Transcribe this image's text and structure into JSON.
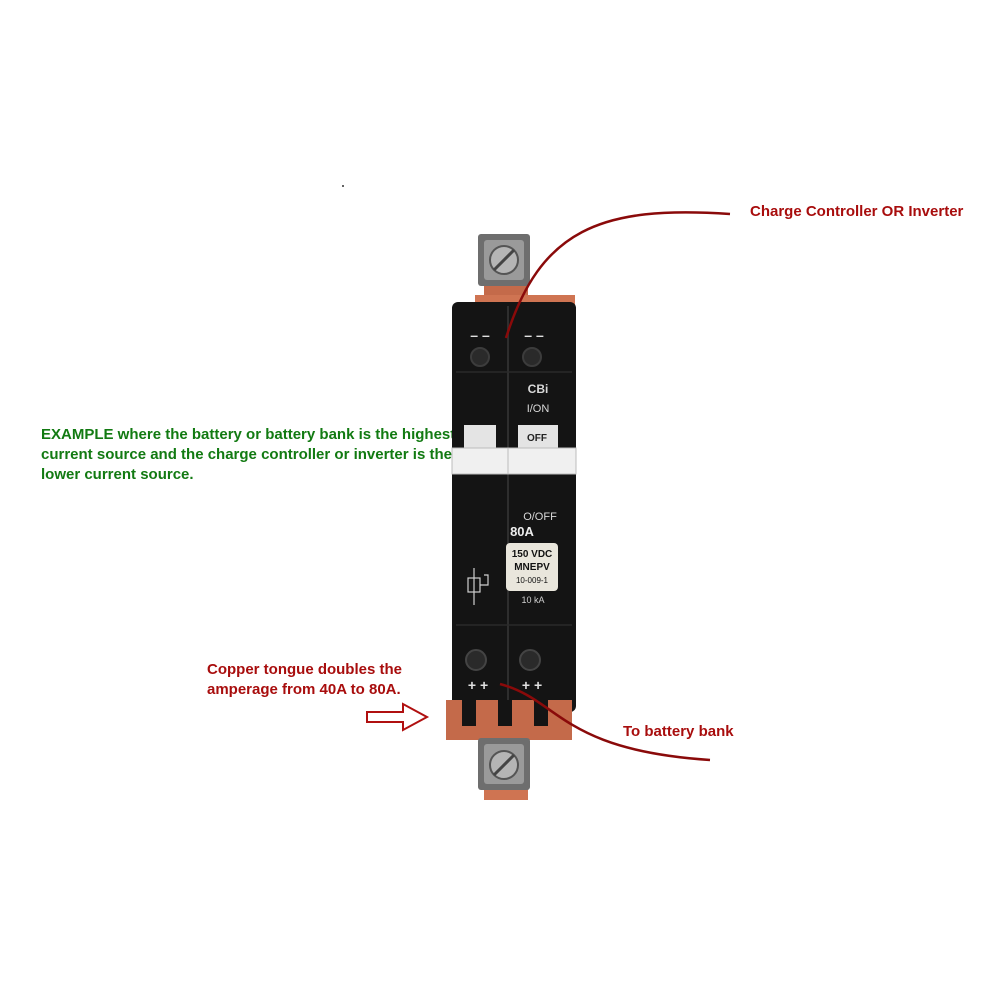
{
  "labels": {
    "top_terminal": "Charge Controller OR Inverter",
    "example_keyword": "EXAMPLE",
    "example_text": " where the battery or battery bank is the highest current source and the charge controller or inverter is the lower current source.",
    "copper_tongue": "Copper tongue doubles the amperage from 40A to 80A.",
    "battery_bank": "To battery bank"
  },
  "breaker": {
    "top_polarity_left": "– –",
    "top_polarity_right": "– –",
    "brand": "CBi",
    "on_mark": "I/ON",
    "off_mark_top": "OFF",
    "off_mark": "O/OFF",
    "rating": "80A",
    "voltage": "150 VDC",
    "model": "MNEPV",
    "part_number": "10-009-1",
    "interrupt_rating": "10 kA",
    "bottom_polarity_left": "+ +",
    "bottom_polarity_right": "+ +"
  },
  "colors": {
    "label_red": "#a80d0d",
    "label_green": "#127a12",
    "leader_red": "#8a0a0a",
    "copper": "#c46a4a",
    "breaker_body": "#141414"
  }
}
